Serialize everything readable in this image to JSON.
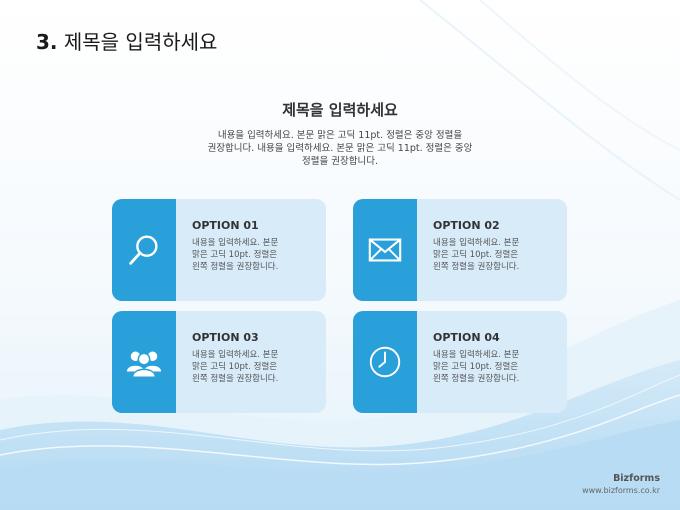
{
  "slide": {
    "number": "3.",
    "title": "제목을 입력하세요"
  },
  "content": {
    "title": "제목을 입력하세요",
    "desc_line1": "내용을 입력하세요. 본문 맑은 고딕 11pt. 정렬은 중앙 정렬을",
    "desc_line2": "권장합니다. 내용을 입력하세요. 본문 맑은 고딕 11pt. 정렬은 중앙",
    "desc_line3": "정렬을 권장합니다."
  },
  "options": [
    {
      "label": "OPTION 01",
      "icon": "search-icon",
      "lines": [
        "내용을 입력하세요. 본문",
        "맑은 고딕 10pt. 정렬은",
        "왼쪽 정렬을 권장합니다."
      ]
    },
    {
      "label": "OPTION 02",
      "icon": "mail-icon",
      "lines": [
        "내용을 입력하세요. 본문",
        "맑은 고딕 10pt. 정렬은",
        "왼쪽 정렬을 권장합니다."
      ]
    },
    {
      "label": "OPTION 03",
      "icon": "users-icon",
      "lines": [
        "내용을 입력하세요. 본문",
        "맑은 고딕 10pt. 정렬은",
        "왼쪽 정렬을 권장합니다."
      ]
    },
    {
      "label": "OPTION 04",
      "icon": "clock-icon",
      "lines": [
        "내용을 입력하세요. 본문",
        "맑은 고딕 10pt. 정렬은",
        "왼쪽 정렬을 권장합니다."
      ]
    }
  ],
  "footer": {
    "brand": "Bizforms",
    "url": "www.bizforms.co.kr"
  },
  "colors": {
    "accent": "#2aa0da",
    "card_bg": "#d8ebf8",
    "wave_light": "#cfe7f7",
    "wave_mid": "#a9d4f0"
  }
}
